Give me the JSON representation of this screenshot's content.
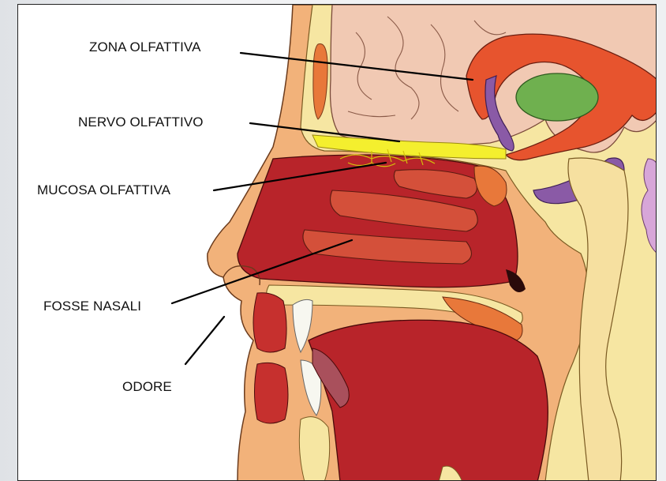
{
  "labels": {
    "zona_olfattiva": "ZONA OLFATTIVA",
    "nervo_olfattivo": "NERVO OLFATTIVO",
    "mucosa_olfattiva": "MUCOSA OLFATTIVA",
    "fosse_nasali": "FOSSE NASALI",
    "odore": "ODORE"
  },
  "colors": {
    "skin": "#f2b27a",
    "bone": "#f6e6a2",
    "brain": "#f1c9b3",
    "cavity": "#b8242a",
    "turbinate": "#d4503a",
    "olfactory_region": "#e7542e",
    "nerve": "#f4ef2e",
    "ventricle": "#8a5aa6",
    "thalamus": "#6fb04f",
    "leader_line": "#000000"
  }
}
